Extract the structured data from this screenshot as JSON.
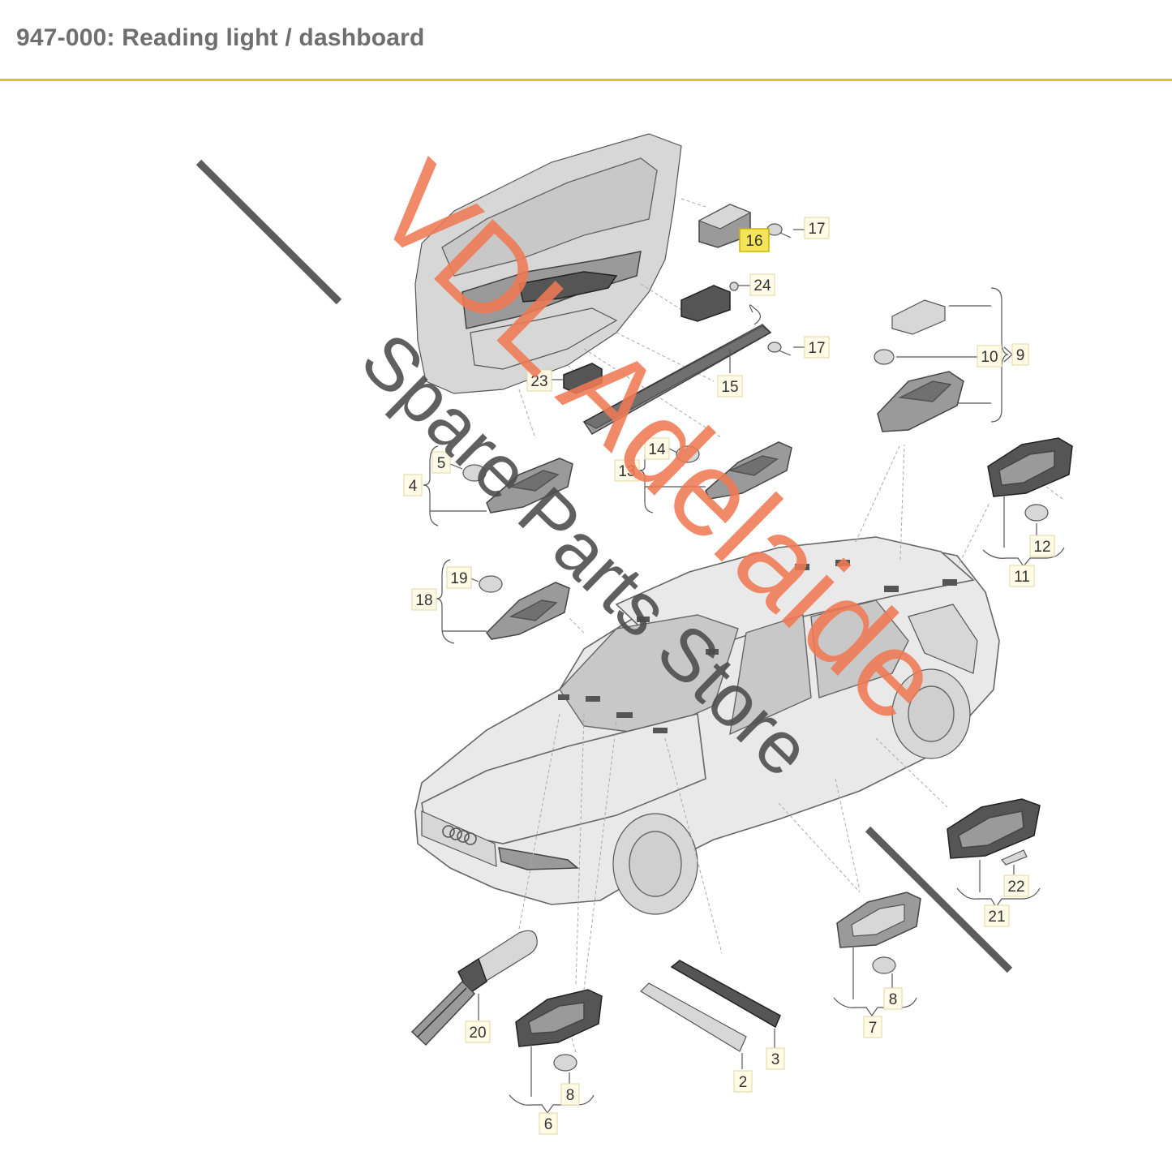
{
  "header": {
    "title": "947-000: Reading light / dashboard",
    "accent_color": "#d4c23a"
  },
  "watermark": {
    "line1": "VDL Adelaide",
    "line2": "Spare Parts Store",
    "line1_color": "#f07a55",
    "line2_color": "#4b4b4b"
  },
  "callouts": {
    "c2": "2",
    "c3": "3",
    "c4": "4",
    "c5": "5",
    "c6": "6",
    "c7": "7",
    "c8a": "8",
    "c8b": "8",
    "c9": "9",
    "c10": "10",
    "c11": "11",
    "c12": "12",
    "c13": "13",
    "c14": "14",
    "c15": "15",
    "c16": "16",
    "c17a": "17",
    "c17b": "17",
    "c18": "18",
    "c19": "19",
    "c20": "20",
    "c21": "21",
    "c22": "22",
    "c23": "23",
    "c24": "24"
  },
  "highlighted_callout": "16"
}
